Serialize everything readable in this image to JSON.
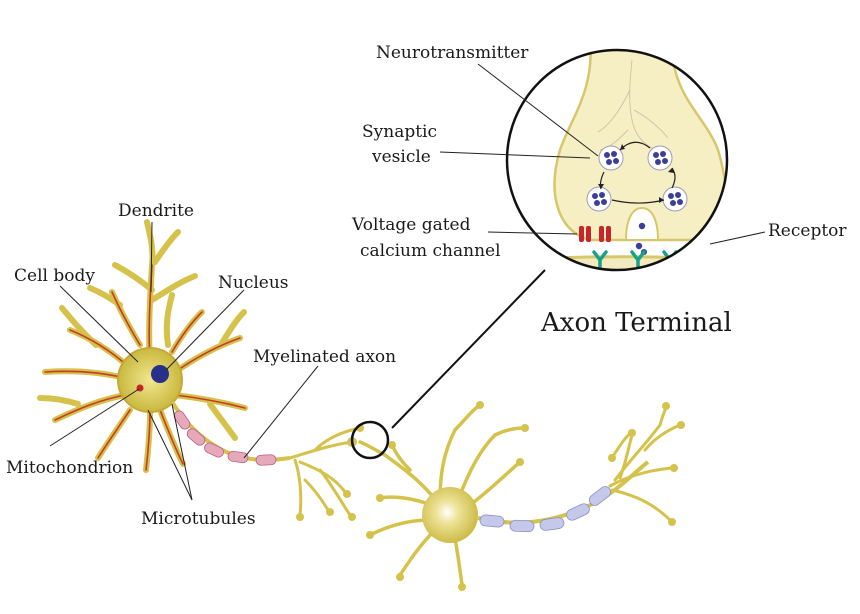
{
  "labels": {
    "neurotransmitter": "Neurotransmitter",
    "synaptic_vesicle_1": "Synaptic",
    "synaptic_vesicle_2": "vesicle",
    "vgcc_1": "Voltage gated",
    "vgcc_2": "calcium channel",
    "receptor": "Receptor",
    "dendrite": "Dendrite",
    "cell_body": "Cell body",
    "nucleus": "Nucleus",
    "myelinated_axon": "Myelinated axon",
    "mitochondrion": "Mitochondrion",
    "microtubules": "Microtubules",
    "axon_terminal": "Axon Terminal"
  },
  "colors": {
    "cell_yellow": "#d4c24a",
    "cell_body_fill": "#c9b93e",
    "terminal_fill": "#f6efc4",
    "nucleus": "#27318a",
    "vesicle_dot": "#3a3f9a",
    "channel_red": "#c8242c",
    "receptor_teal": "#17a08a",
    "myelin_pink": "#d58aa0",
    "myelin_blue": "#b9bde0",
    "dendrite_red": "#c83a2a"
  }
}
